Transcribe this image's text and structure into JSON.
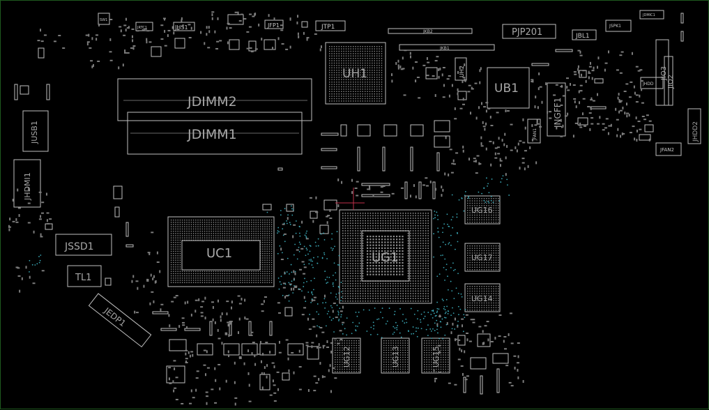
{
  "board": {
    "background": "#000000",
    "border_color": "#1f5a1f",
    "outline_color": "#bfbfbf",
    "via_color": "#3aa7b5",
    "marker_color": "#c0304a"
  },
  "components": {
    "large": {
      "jdimm2": "JDIMM2",
      "jdimm1": "JDIMM1",
      "uh1": "UH1",
      "ub1": "UB1",
      "uc1": "UC1",
      "ug1": "UG1",
      "pjp201": "PJP201",
      "jssd1": "JSSD1",
      "tl1": "TL1",
      "jedp1": "JEDP1",
      "jusb1": "JUSB1",
      "jhdmi1": "JHDMI1",
      "jngff1": "JNGFF1"
    },
    "memory": {
      "ug16": "UG16",
      "ug17": "UG17",
      "ug14": "UG14",
      "ug12": "UG12",
      "ug13": "UG13",
      "ug15": "UG15"
    },
    "small": {
      "jhs1": "JHS1",
      "jfp1": "JFP1",
      "jtp1": "JTP1",
      "jkb2": "JKB2",
      "jkb1": "JKB1",
      "jbl1": "JBL1",
      "jspk1": "JSPK1",
      "jdmic1": "JDMIC1",
      "jio3": "JIO3",
      "jio2": "JIO2",
      "jhdd": "JHDD",
      "jhdd2": "JHDD2",
      "jfan1": "JFAN1",
      "jfan2": "JFAN2",
      "uh2": "UH2",
      "sw1": "SW1",
      "jrtc1": "JRTC1"
    }
  }
}
